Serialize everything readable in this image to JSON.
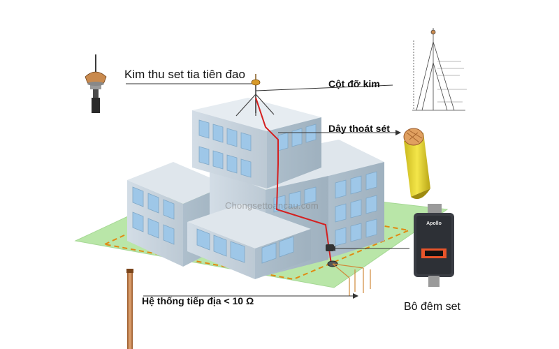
{
  "labels": {
    "air_terminal": "Kim thu set tia tiên đao",
    "mast": "Cột đỡ kim",
    "down_conductor": "Dây thoát sét",
    "grounding": "Hệ thống tiếp địa < 10 Ω",
    "counter": "Bô đêm set"
  },
  "watermark": "Chongsettoancau.com",
  "counter_device_brand": "Apollo",
  "colors": {
    "ground": "#b9e6a8",
    "building_wall": "#c7d2dc",
    "building_roof": "#dfe6ec",
    "window": "#9ec7e8",
    "conductor": "#d42020",
    "dashed_loop": "#e08a12",
    "copper": "#c8844c",
    "cable_sheath": "#e6d62a"
  }
}
